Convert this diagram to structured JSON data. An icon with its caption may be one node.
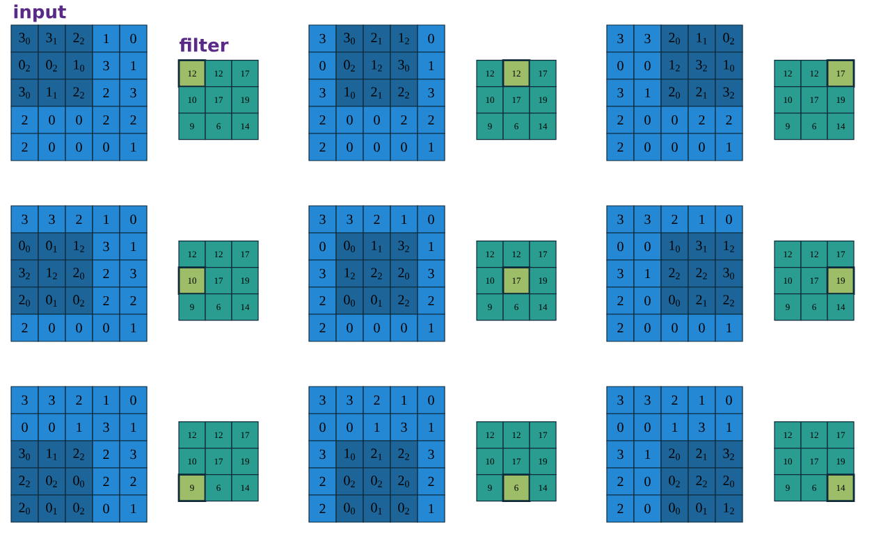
{
  "diagram": {
    "labels": [
      "input",
      "filter",
      "3$_{0}$",
      "3$_{1}$",
      "2$_{2}$",
      "1",
      "0",
      "0$_{2}$",
      "0$_{2}$",
      "1$_{0}$",
      "3",
      "1",
      "3$_{0}$",
      "1$_{1}$",
      "2$_{2}$",
      "2",
      "3",
      "2",
      "0",
      "0",
      "2",
      "2",
      "2",
      "0",
      "0",
      "0",
      "1",
      "12",
      "12",
      "17",
      "10",
      "17",
      "19",
      "9",
      "6",
      "14",
      "3",
      "3$_{0}$",
      "2$_{1}$",
      "1$_{2}$",
      "0",
      "0",
      "0$_{2}$",
      "1$_{2}$",
      "3$_{0}$",
      "1",
      "3",
      "1$_{0}$",
      "2$_{1}$",
      "2$_{2}$",
      "3",
      "2",
      "0",
      "0",
      "2",
      "2",
      "2",
      "0",
      "0",
      "0",
      "1",
      "12",
      "12",
      "17",
      "10",
      "17",
      "19",
      "9",
      "6",
      "14",
      "3",
      "3",
      "2$_{0}$",
      "1$_{1}$",
      "0$_{2}$",
      "0",
      "0",
      "1$_{2}$",
      "3$_{2}$",
      "1$_{0}$",
      "3",
      "1",
      "2$_{0}$",
      "2$_{1}$",
      "3$_{2}$",
      "2",
      "0",
      "0",
      "2",
      "2",
      "2",
      "0",
      "0",
      "0",
      "1",
      "12",
      "12",
      "17",
      "10",
      "17",
      "19",
      "9",
      "6",
      "14",
      "3",
      "3",
      "2",
      "1",
      "0",
      "0$_{0}$",
      "0$_{1}$",
      "1$_{2}$",
      "3",
      "1",
      "3$_{2}$",
      "1$_{2}$",
      "2$_{0}$",
      "2",
      "3",
      "2$_{0}$",
      "0$_{1}$",
      "0$_{2}$",
      "2",
      "2",
      "2",
      "0",
      "0",
      "0",
      "1",
      "12",
      "12",
      "17",
      "10",
      "17",
      "19",
      "9",
      "6",
      "14",
      "3",
      "3",
      "2",
      "1",
      "0",
      "0",
      "0$_{0}$",
      "1$_{1}$",
      "3$_{2}$",
      "1",
      "3",
      "1$_{2}$",
      "2$_{2}$",
      "2$_{0}$",
      "3",
      "2",
      "0$_{0}$",
      "0$_{1}$",
      "2$_{2}$",
      "2",
      "2",
      "0",
      "0",
      "0",
      "1",
      "12",
      "12",
      "17",
      "10",
      "17",
      "19",
      "9",
      "6",
      "14",
      "3",
      "3",
      "2",
      "1",
      "0",
      "0",
      "0",
      "1$_{0}$",
      "3$_{1}$",
      "1$_{2}$",
      "3",
      "1",
      "2$_{2}$",
      "2$_{2}$",
      "3$_{0}$",
      "2",
      "0",
      "0$_{0}$",
      "2$_{1}$",
      "2$_{2}$",
      "2",
      "0",
      "0",
      "0",
      "1",
      "12",
      "12",
      "17",
      "10",
      "17",
      "19",
      "9",
      "6",
      "14",
      "3",
      "3",
      "2",
      "1",
      "0",
      "0",
      "0",
      "1",
      "3",
      "1",
      "3$_{0}$",
      "1$_{1}$",
      "2$_{2}$",
      "2",
      "3",
      "2$_{2}$",
      "0$_{2}$",
      "0$_{0}$",
      "2",
      "2",
      "2$_{0}$",
      "0$_{1}$",
      "0$_{2}$",
      "0",
      "1",
      "12",
      "12",
      "17",
      "10",
      "17",
      "19",
      "9",
      "6",
      "14",
      "3",
      "3",
      "2",
      "1",
      "0",
      "0",
      "0",
      "1",
      "3",
      "1",
      "3",
      "1$_{0}$",
      "2$_{1}$",
      "2$_{2}$",
      "3",
      "2",
      "0$_{2}$",
      "0$_{2}$",
      "2$_{0}$",
      "2",
      "2",
      "0$_{0}$",
      "0$_{1}$",
      "0$_{2}$",
      "1",
      "12",
      "12",
      "17",
      "10",
      "17",
      "19",
      "9",
      "6",
      "14",
      "3",
      "3",
      "2",
      "1",
      "0",
      "0",
      "0",
      "1",
      "3",
      "1",
      "3",
      "1",
      "2$_{0}$",
      "2$_{1}$",
      "3$_{2}$",
      "2",
      "0",
      "0$_{2}$",
      "2$_{2}$",
      "2$_{0}$",
      "2",
      "0",
      "0$_{0}$",
      "0$_{1}$",
      "1$_{2}$",
      "12",
      "12",
      "17",
      "10",
      "17",
      "19",
      "9",
      "6",
      "14"
    ]
  }
}
